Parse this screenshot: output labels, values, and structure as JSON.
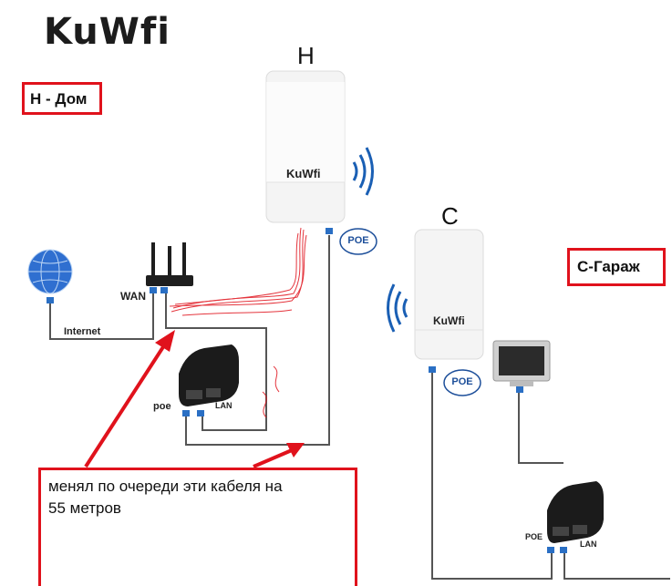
{
  "brand": {
    "logo_text": "KuWfi",
    "device_logo_text": "KuWfi"
  },
  "labels": {
    "home_box": "Н - Дом",
    "garage_box": "С-Гараж",
    "ap_home_letter": "H",
    "ap_garage_letter": "C",
    "wan": "WAN",
    "internet": "Internet",
    "poe_home_bubble": "POE",
    "poe_garage_bubble": "POE",
    "injector_home_poe": "poe",
    "injector_home_lan": "LAN",
    "injector_garage_poe": "POE",
    "injector_garage_lan": "LAN"
  },
  "note": {
    "line1": "менял по очереди  эти кабеля на",
    "line2": "55 метров"
  },
  "colors": {
    "annotation_red": "#e0121c",
    "cable_gray": "#555555",
    "signal_blue": "#1a5fb4",
    "port_blue": "#2a6fc4"
  }
}
